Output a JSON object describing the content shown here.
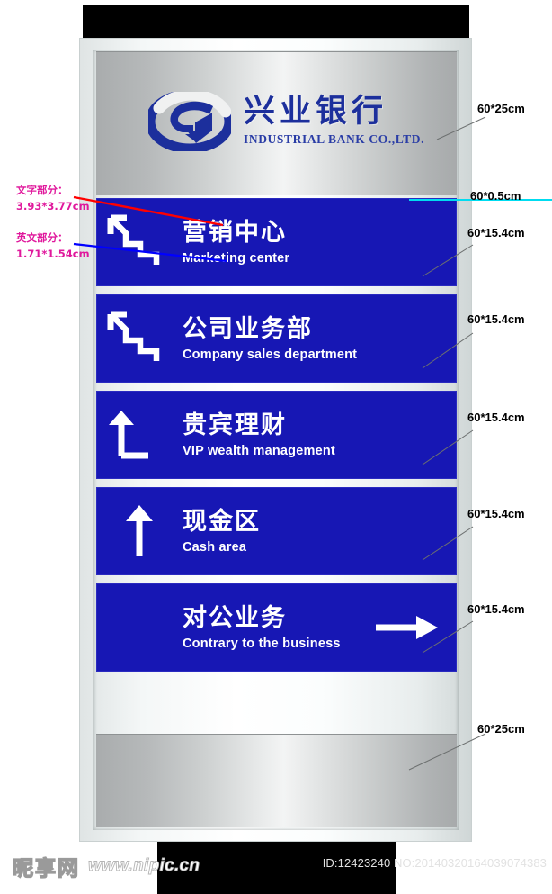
{
  "sign": {
    "brand": {
      "logo_icon": "industrial-bank-swirl-logo",
      "name_cn": "兴业银行",
      "name_en": "INDUSTRIAL BANK CO.,LTD."
    },
    "panels": [
      {
        "cn": "营销中心",
        "en": "Marketing center",
        "arrow_icon": "zigzag-up-left-arrow-icon",
        "arrow_type": "zigzag-upleft",
        "align": "arrow-left"
      },
      {
        "cn": "公司业务部",
        "en": "Company sales department",
        "arrow_icon": "zigzag-up-left-arrow-icon",
        "arrow_type": "zigzag-upleft",
        "align": "arrow-left"
      },
      {
        "cn": "贵宾理财",
        "en": "VIP wealth management",
        "arrow_icon": "l-shaped-up-arrow-icon",
        "arrow_type": "l-up",
        "align": "arrow-left"
      },
      {
        "cn": "现金区",
        "en": "Cash area",
        "arrow_icon": "straight-up-arrow-icon",
        "arrow_type": "up",
        "align": "arrow-left"
      },
      {
        "cn": "对公业务",
        "en": "Contrary to the business",
        "arrow_icon": "right-arrow-icon",
        "arrow_type": "right",
        "align": "arrow-right"
      }
    ]
  },
  "annotations": {
    "accent_magenta": "#e0189c",
    "accent_cyan": "#00dcf0",
    "accent_red": "#ff0000",
    "accent_blue": "#0000ff",
    "left": [
      {
        "title": "文字部分：",
        "value": "3.93*3.77cm",
        "leader_color": "#ff0000"
      },
      {
        "title": "英文部分：",
        "value": "1.71*1.54cm",
        "leader_color": "#0000ff"
      }
    ],
    "right": [
      {
        "label": "60*25cm",
        "leader": "gray"
      },
      {
        "label": "60*0.5cm",
        "leader": "cyan"
      },
      {
        "label": "60*15.4cm",
        "leader": "gray"
      },
      {
        "label": "60*15.4cm",
        "leader": "gray"
      },
      {
        "label": "60*15.4cm",
        "leader": "gray"
      },
      {
        "label": "60*15.4cm",
        "leader": "gray"
      },
      {
        "label": "60*15.4cm",
        "leader": "gray"
      },
      {
        "label": "60*25cm",
        "leader": "gray"
      }
    ]
  },
  "footer": {
    "watermark_cn": "昵享网",
    "watermark_url": "www.nipic.cn",
    "id_text": "ID:12423240 NO:20140320164039074383"
  }
}
